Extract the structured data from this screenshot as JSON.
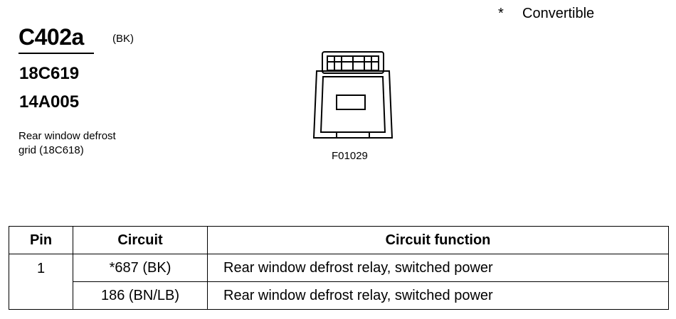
{
  "connector": {
    "id": "C402a",
    "color": "(BK)",
    "part_numbers": [
      "18C619",
      "14A005"
    ],
    "description": [
      "Rear window defrost",
      "grid (18C618)"
    ]
  },
  "legend": {
    "marker": "*",
    "text": "Convertible"
  },
  "figure_code": "F01029",
  "table": {
    "headers": [
      "Pin",
      "Circuit",
      "Circuit function"
    ],
    "rows": [
      {
        "pin": "1",
        "circuit": "*687 (BK)",
        "function": "Rear window defrost relay, switched power"
      },
      {
        "pin": "",
        "circuit": "186 (BN/LB)",
        "function": "Rear window defrost relay, switched power"
      }
    ]
  }
}
